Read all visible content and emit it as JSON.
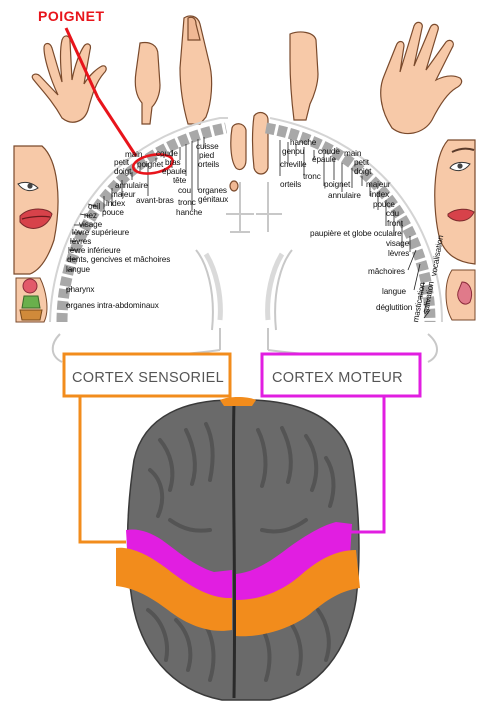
{
  "highlight_label": "POIGNET",
  "colors": {
    "sensory": "#f28c1c",
    "motor": "#e11ee1",
    "highlight": "#e8141b",
    "cortex_band": "#a8a8a8",
    "brain": "#6a6a6a"
  },
  "boxes": {
    "sensory": "CORTEX SENSORIEL",
    "motor": "CORTEX MOTEUR"
  },
  "sensory_homunculus": [
    "coude",
    "main",
    "petit",
    "doigt",
    "poignet",
    "bras",
    "épaule",
    "tête",
    "cou",
    "tronc",
    "cuisse",
    "pied",
    "orteils",
    "hanche",
    "organes",
    "génitaux",
    "annulaire",
    "majeur",
    "index",
    "pouce",
    "avant-bras",
    "oeil",
    "nez",
    "visage",
    "lèvre supérieure",
    "lèvres",
    "lèvre inférieure",
    "dents, gencives et mâchoires",
    "langue",
    "pharynx",
    "organes intra-abdominaux"
  ],
  "motor_homunculus": [
    "hanche",
    "genou",
    "cheville",
    "orteils",
    "tronc",
    "épaule",
    "coude",
    "main",
    "petit",
    "doigt",
    "poignet",
    "annulaire",
    "majeur",
    "index",
    "pouce",
    "cou",
    "front",
    "paupière et globe oculaire",
    "visage",
    "lèvres",
    "mâchoires",
    "vocalisation",
    "langue",
    "mastication",
    "salivation",
    "déglutition"
  ]
}
